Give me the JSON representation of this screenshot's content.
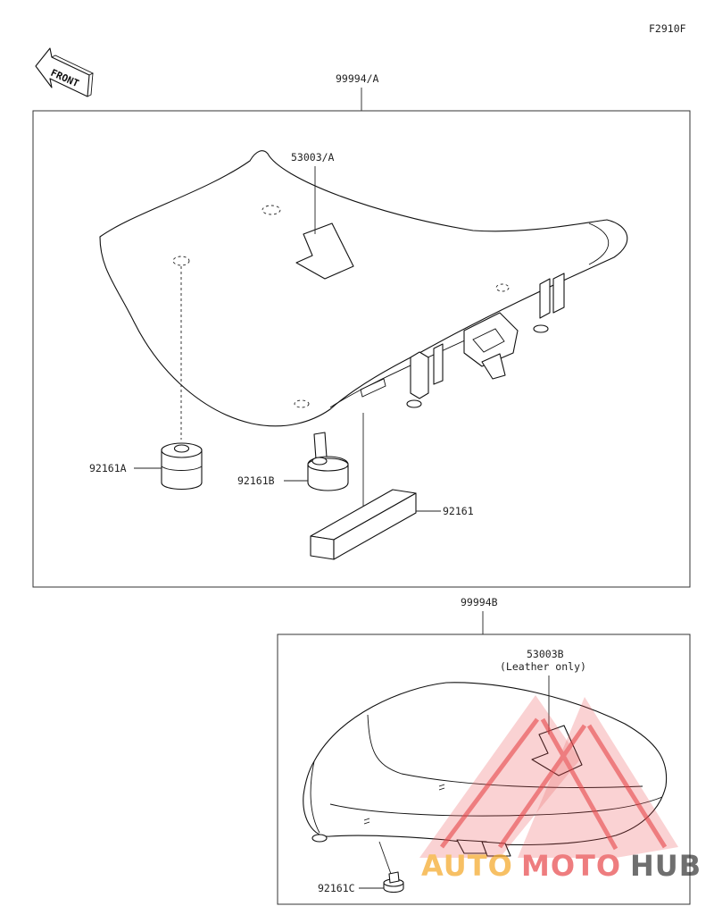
{
  "diagram": {
    "figure_code": "F2910F",
    "front_arrow_text": "FRONT",
    "labels": {
      "assembly_a": "99994/A",
      "sticker_a": "53003/A",
      "damper_a": "92161A",
      "damper_b": "92161B",
      "damper_block": "92161",
      "assembly_b": "99994B",
      "sticker_b": "53003B",
      "sticker_b_note": "(Leather only)",
      "damper_c": "92161C"
    },
    "watermark": {
      "text_auto": "AUTO",
      "text_moto": "MOTO",
      "text_hub": "HUB",
      "color_orange": "#f5a623",
      "color_red": "#e8474a",
      "color_dark": "#333333"
    }
  }
}
